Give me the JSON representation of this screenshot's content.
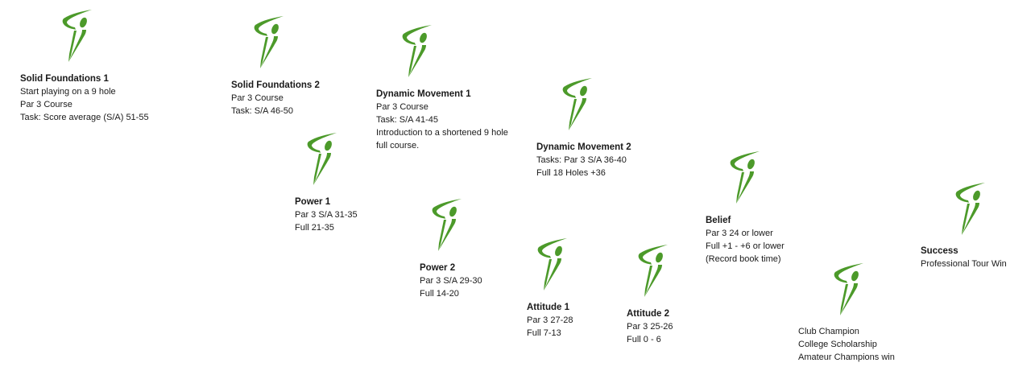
{
  "diagram": {
    "type": "golf-player-development-pathway",
    "accent_color": "#4c9a2a",
    "icon": "golfer-swoosh-icon",
    "stages": [
      {
        "id": "solid-foundations-1",
        "title": "Solid Foundations 1",
        "lines": [
          "Start playing on a 9 hole",
          "Par 3 Course",
          "Task: Score average (S/A) 51-55"
        ]
      },
      {
        "id": "solid-foundations-2",
        "title": "Solid Foundations 2",
        "lines": [
          "Par 3 Course",
          "Task: S/A 46-50"
        ]
      },
      {
        "id": "dynamic-movement-1",
        "title": "Dynamic Movement 1",
        "lines": [
          "Par 3 Course",
          "Task: S/A 41-45",
          "Introduction to a shortened 9 hole",
          "full course."
        ]
      },
      {
        "id": "dynamic-movement-2",
        "title": "Dynamic Movement 2",
        "lines": [
          "Tasks: Par 3 S/A 36-40",
          "Full 18 Holes +36"
        ]
      },
      {
        "id": "power-1",
        "title": "Power 1",
        "lines": [
          "Par 3 S/A 31-35",
          "Full 21-35"
        ]
      },
      {
        "id": "power-2",
        "title": "Power 2",
        "lines": [
          "Par 3 S/A 29-30",
          "Full 14-20"
        ]
      },
      {
        "id": "attitude-1",
        "title": "Attitude 1",
        "lines": [
          "Par 3 27-28",
          "Full 7-13"
        ]
      },
      {
        "id": "attitude-2",
        "title": "Attitude 2",
        "lines": [
          "Par 3 25-26",
          "Full 0 - 6"
        ]
      },
      {
        "id": "belief",
        "title": "Belief",
        "lines": [
          "Par 3 24 or lower",
          "Full +1 - +6 or lower",
          "(Record book time)"
        ]
      },
      {
        "id": "club-champion",
        "title": "",
        "lines": [
          "Club Champion",
          "College Scholarship",
          "Amateur Champions win"
        ]
      },
      {
        "id": "success",
        "title": "Success",
        "lines": [
          "Professional Tour Win"
        ]
      }
    ]
  }
}
